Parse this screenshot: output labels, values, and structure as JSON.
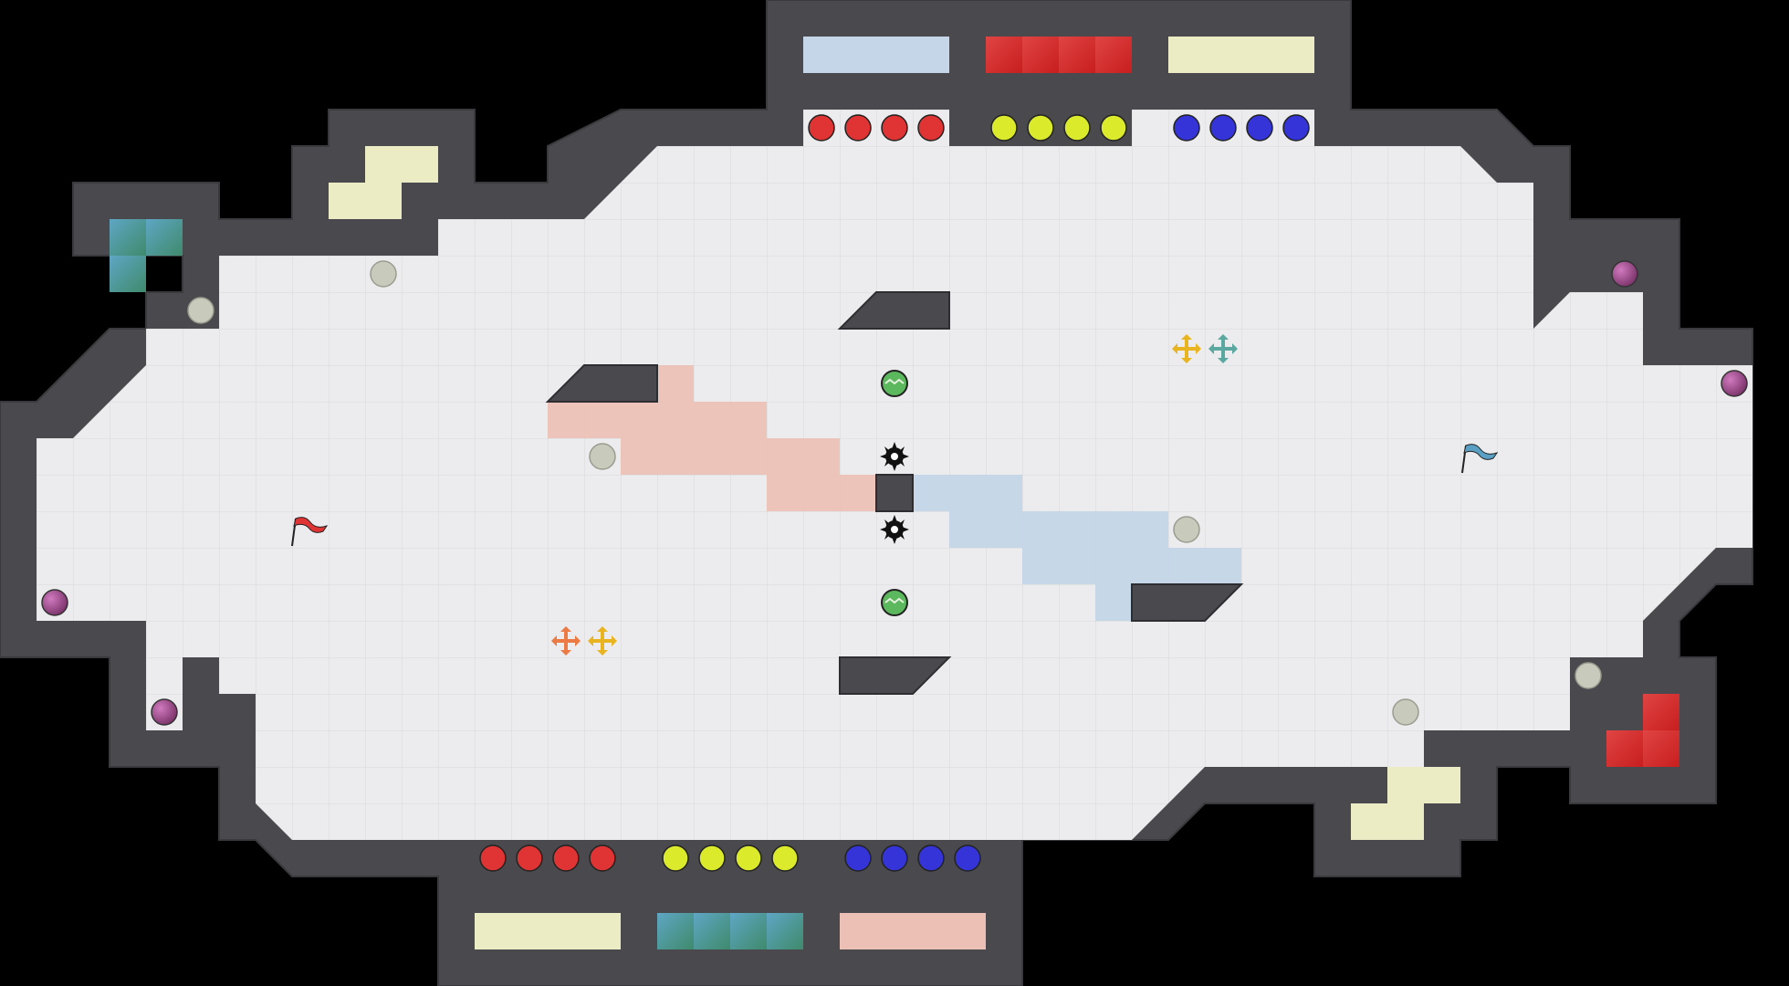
{
  "game": {
    "map_grid": "40px tiles",
    "colors": {
      "background": "#000000",
      "wall": "#4a4a4e",
      "floor": "#ececee",
      "grid": "#d8d8dc",
      "red_team_tile": "#ecc0b4",
      "blue_team_tile": "#c4d6e8",
      "red_ball": "#e03434",
      "blue_ball": "#3434d8",
      "yellow_ball": "#dcea2c",
      "neutral_dot": "#c8cabc",
      "portal_purple": "#9a4a8a",
      "bomb_green": "#5cb85c"
    },
    "flags": [
      {
        "team": "red",
        "icon": "red-flag-icon"
      },
      {
        "team": "blue",
        "icon": "blue-flag-icon"
      }
    ],
    "powerups": [
      {
        "type": "speed",
        "icon": "orange-arrows-icon"
      },
      {
        "type": "speed",
        "icon": "yellow-arrows-icon"
      },
      {
        "type": "speed",
        "icon": "yellow-arrows-icon"
      },
      {
        "type": "speed",
        "icon": "teal-arrows-icon"
      }
    ],
    "hazards": [
      {
        "type": "spike",
        "icon": "spike-icon"
      },
      {
        "type": "spike",
        "icon": "spike-icon"
      }
    ],
    "bombs": [
      {
        "icon": "bomb-icon"
      },
      {
        "icon": "bomb-icon"
      }
    ]
  }
}
